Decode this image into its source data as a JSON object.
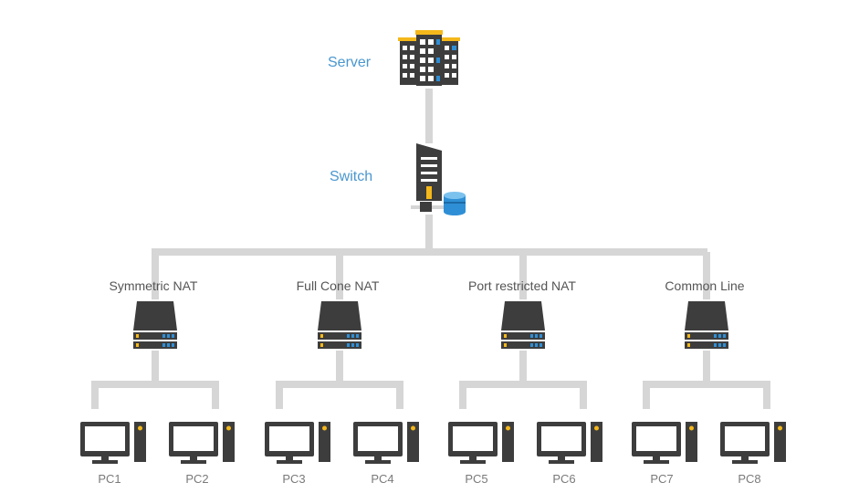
{
  "colors": {
    "line": "#d6d6d6",
    "dark": "#3d3d3d",
    "accent_yellow": "#f5b81a",
    "accent_blue": "#2f8fd6",
    "label_blue": "#4a97cf"
  },
  "server": {
    "label": "Server",
    "icon": "server-building-icon"
  },
  "switch": {
    "label": "Switch",
    "icon": "switch-tower-icon"
  },
  "nats": [
    {
      "label": "Symmetric NAT",
      "icon": "nat-device-icon",
      "pcs": [
        "PC1",
        "PC2"
      ]
    },
    {
      "label": "Full Cone NAT",
      "icon": "nat-device-icon",
      "pcs": [
        "PC3",
        "PC4"
      ]
    },
    {
      "label": "Port restricted NAT",
      "icon": "nat-device-icon",
      "pcs": [
        "PC5",
        "PC6"
      ]
    },
    {
      "label": "Common Line",
      "icon": "nat-device-icon",
      "pcs": [
        "PC7",
        "PC8"
      ]
    }
  ],
  "pc_icon": "desktop-pc-icon"
}
